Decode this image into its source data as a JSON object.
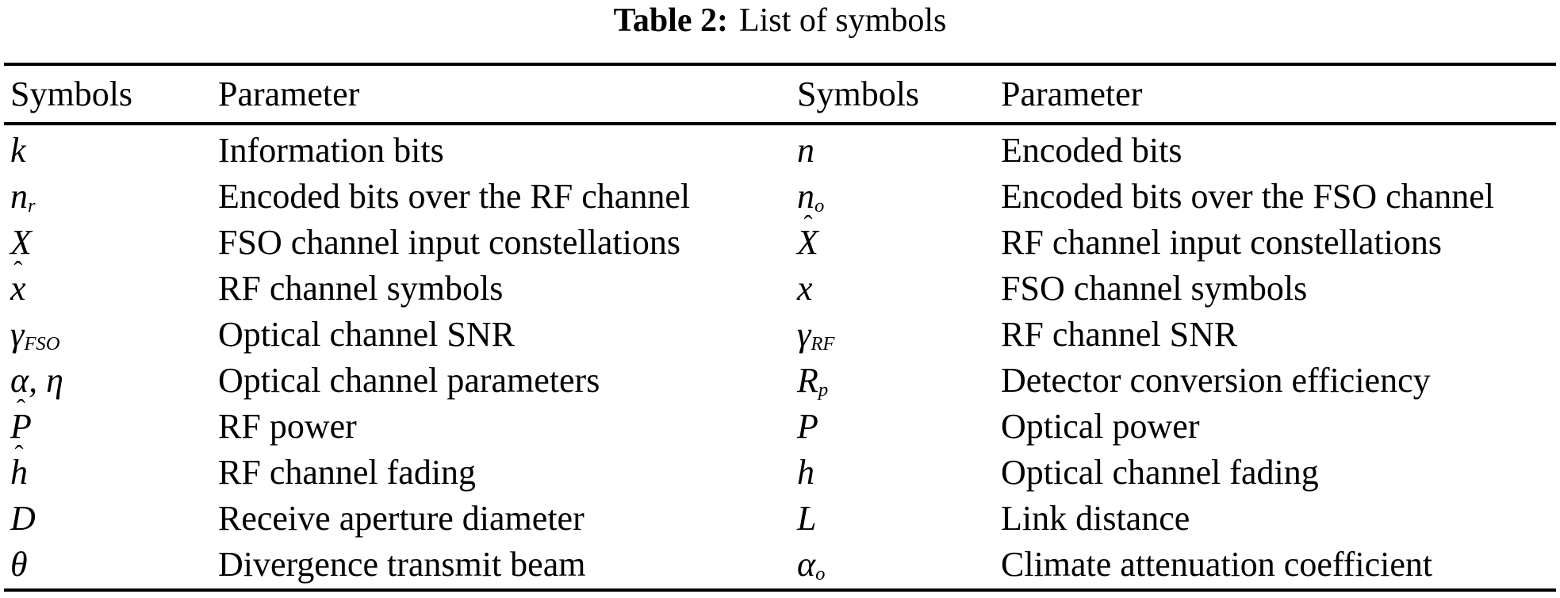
{
  "title": {
    "label": "Table 2:",
    "text": "List of symbols"
  },
  "colors": {
    "text": "#000000",
    "background": "#ffffff",
    "rule": "#000000"
  },
  "table": {
    "col_headers": [
      "Symbols",
      "Parameter",
      "Symbols",
      "Parameter"
    ],
    "rows": [
      {
        "s1": {
          "base": "k"
        },
        "p1": "Information bits",
        "s2": {
          "base": "n"
        },
        "p2": "Encoded bits"
      },
      {
        "s1": {
          "base": "n",
          "sub": "r"
        },
        "p1": "Encoded bits over the RF channel",
        "s2": {
          "base": "n",
          "sub": "o"
        },
        "p2": "Encoded bits over the FSO channel"
      },
      {
        "s1": {
          "base": "X",
          "cal": true
        },
        "p1": "FSO channel input constellations",
        "s2": {
          "base": "X",
          "cal": true,
          "hat": true
        },
        "p2": "RF channel input constellations"
      },
      {
        "s1": {
          "base": "x",
          "hat": true
        },
        "p1": "RF channel symbols",
        "s2": {
          "base": "x"
        },
        "p2": "FSO channel symbols"
      },
      {
        "s1": {
          "base": "γ",
          "sub": "FSO"
        },
        "p1": "Optical channel SNR",
        "s2": {
          "base": "γ",
          "sub": "RF"
        },
        "p2": "RF channel SNR"
      },
      {
        "s1": {
          "base": "α, η"
        },
        "p1": "Optical channel parameters",
        "s2": {
          "base": "R",
          "sub": "p"
        },
        "p2": "Detector conversion efficiency"
      },
      {
        "s1": {
          "base": "P",
          "hat": true
        },
        "p1": "RF power",
        "s2": {
          "base": "P"
        },
        "p2": "Optical power"
      },
      {
        "s1": {
          "base": "h",
          "hat": true
        },
        "p1": "RF channel fading",
        "s2": {
          "base": "h"
        },
        "p2": "Optical channel fading"
      },
      {
        "s1": {
          "base": "D"
        },
        "p1": "Receive aperture diameter",
        "s2": {
          "base": "L"
        },
        "p2": "Link distance"
      },
      {
        "s1": {
          "base": "θ"
        },
        "p1": "Divergence transmit beam",
        "s2": {
          "base": "α",
          "sub": "o"
        },
        "p2": "Climate attenuation coefficient"
      }
    ]
  }
}
